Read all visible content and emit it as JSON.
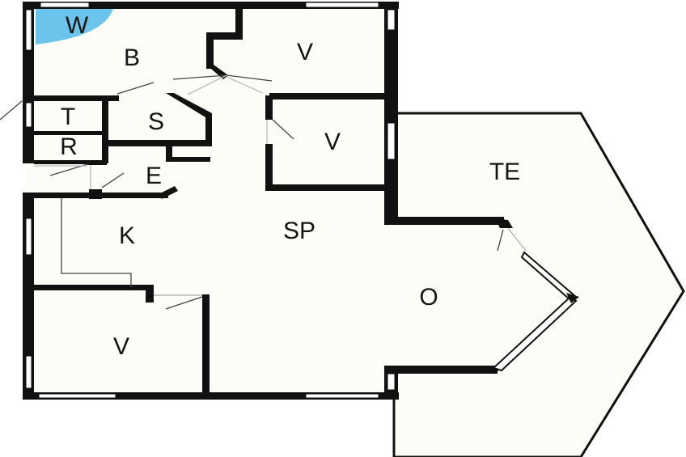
{
  "floorplan": {
    "colors": {
      "background": "#ffffff",
      "floor": "#fdfdf8",
      "wall": "#111111",
      "window": "#ffffff",
      "wellness_accent": "#6cc3ec",
      "door_line": "#333333"
    },
    "rooms": [
      {
        "id": "w",
        "label": "W"
      },
      {
        "id": "b",
        "label": "B"
      },
      {
        "id": "v1",
        "label": "V"
      },
      {
        "id": "t",
        "label": "T"
      },
      {
        "id": "s",
        "label": "S"
      },
      {
        "id": "v2",
        "label": "V"
      },
      {
        "id": "r",
        "label": "R"
      },
      {
        "id": "e",
        "label": "E"
      },
      {
        "id": "te",
        "label": "TE"
      },
      {
        "id": "k",
        "label": "K"
      },
      {
        "id": "sp",
        "label": "SP"
      },
      {
        "id": "o",
        "label": "O"
      },
      {
        "id": "v3",
        "label": "V"
      }
    ]
  }
}
